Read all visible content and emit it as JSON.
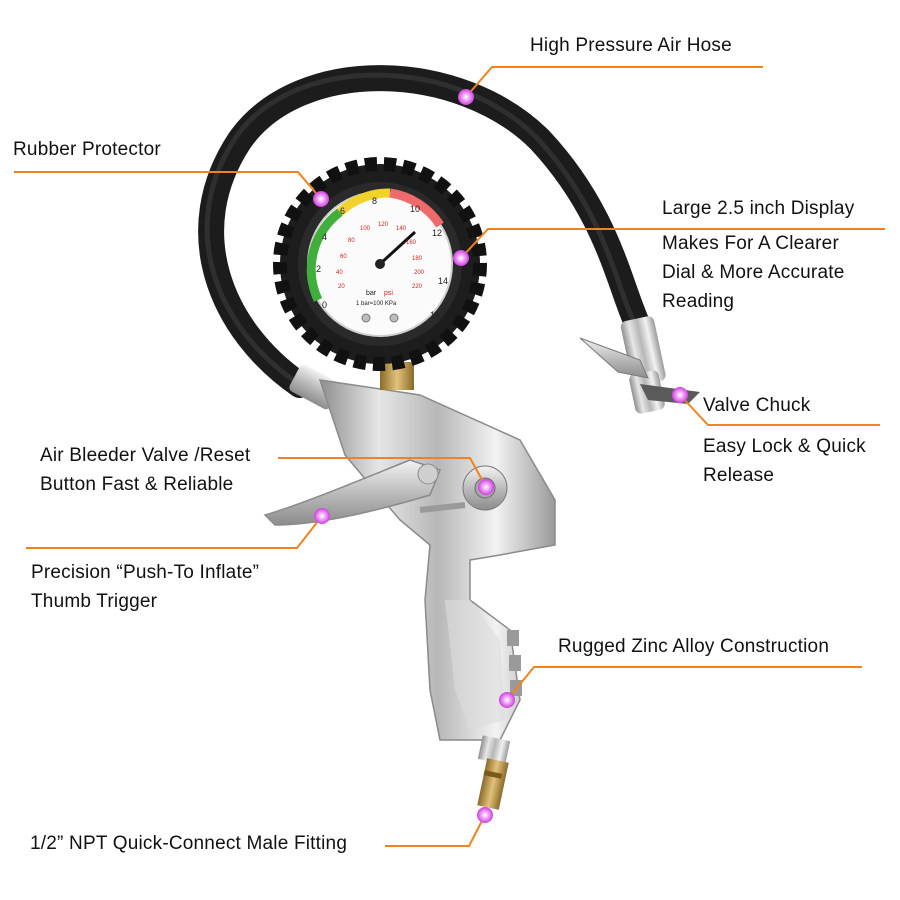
{
  "accent_color": "#f0831f",
  "marker_color": "#d84ee6",
  "callouts": {
    "hose": "High Pressure Air Hose",
    "rubber": "Rubber Protector",
    "display": [
      "Large 2.5 inch Display",
      "Makes For A Clearer",
      "Dial & More Accurate",
      "Reading"
    ],
    "chuck": [
      "Valve Chuck",
      "Easy Lock & Quick",
      "Release"
    ],
    "bleeder": [
      "Air Bleeder Valve /Reset",
      "Button Fast & Reliable"
    ],
    "trigger": [
      "Precision “Push-To Inflate”",
      "Thumb Trigger"
    ],
    "alloy": "Rugged Zinc Alloy Construction",
    "fitting": "1/2” NPT Quick-Connect Male Fitting"
  },
  "gauge": {
    "bar_ticks": [
      "0",
      "2",
      "4",
      "6",
      "8",
      "10",
      "12",
      "14",
      "16"
    ],
    "psi_ticks": [
      "20",
      "40",
      "60",
      "80",
      "100",
      "120",
      "140",
      "160",
      "180",
      "200",
      "220"
    ],
    "unit_bar": "bar",
    "unit_psi": "psi",
    "conversion": "1 bar=100 KPa"
  }
}
